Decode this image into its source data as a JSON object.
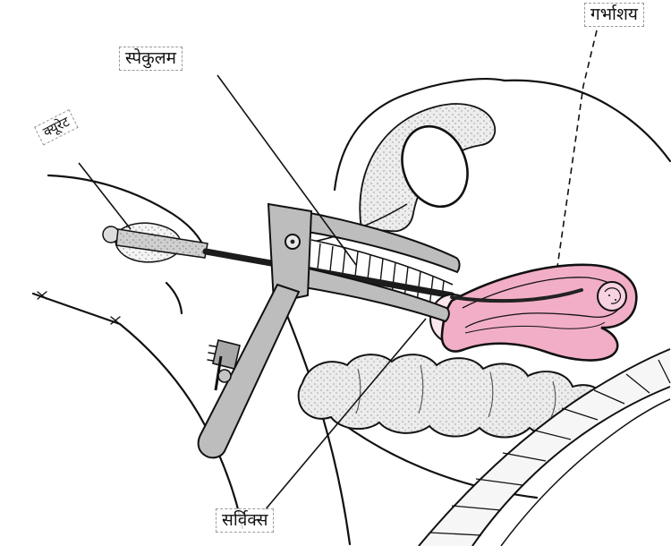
{
  "diagram": {
    "labels": {
      "uterus": "गर्भाशय",
      "speculum": "स्पेकुलम",
      "curette": "क्यूरेट",
      "cervix": "सर्विक्स"
    },
    "colors": {
      "uterus_pink": "#f2aec7",
      "ovary_pink": "#f8d2e0",
      "instrument_gray": "#bdbdbd",
      "instrument_dark": "#1c1c1c",
      "tissue_gray": "#ececec",
      "outline_black": "#111111",
      "background": "#ffffff"
    }
  }
}
